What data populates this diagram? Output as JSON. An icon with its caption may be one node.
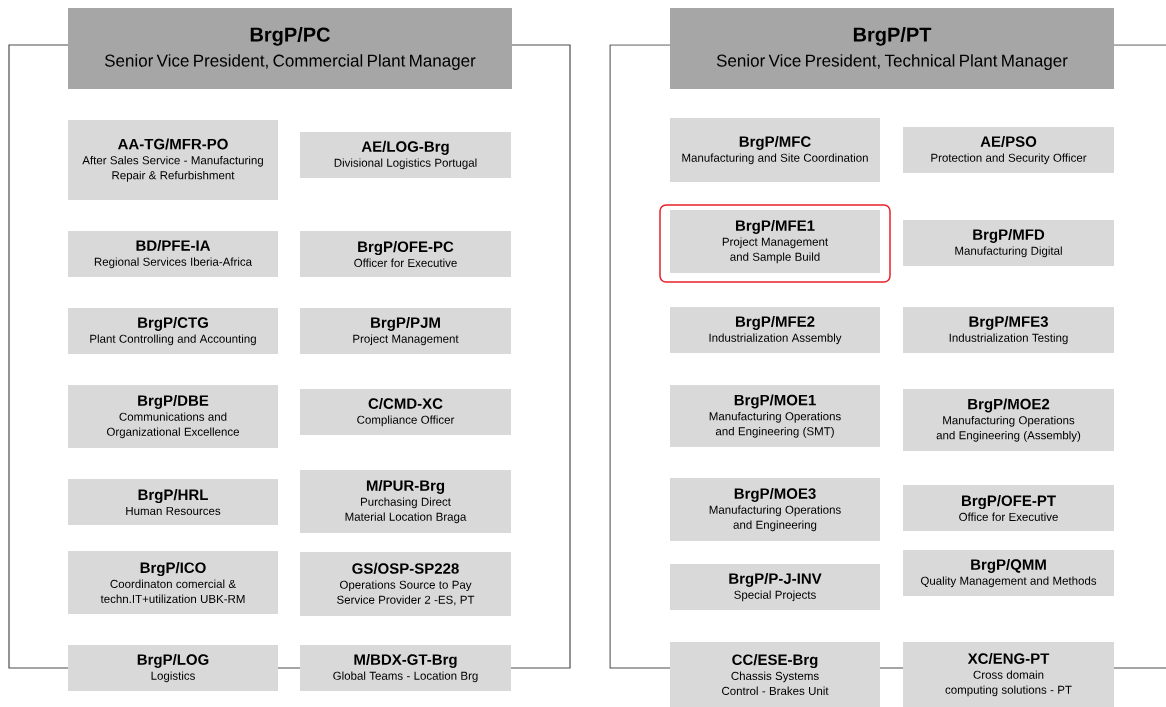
{
  "diagram": {
    "nodes": [
      {
        "text": [
          "BrgP/PC",
          "Senior Vice President, Commercial Plant Manager"
        ]
      },
      {
        "text": [
          "AA-TG/MFR-PO",
          "After Sales Service - Manufacturing Repair & Refurbishment"
        ]
      },
      {
        "text": [
          "AE/LOG-Brg",
          "Divisional Logistics Portugal"
        ]
      },
      {
        "text": [
          "BD/PFE-IA",
          "Regional Services Iberia-Africa"
        ]
      },
      {
        "text": [
          "BrgP/OFE-PC",
          "Officer for Executive"
        ]
      },
      {
        "text": [
          "BrgP/CTG",
          "Plant Controlling and Accounting"
        ]
      },
      {
        "text": [
          "BrgP/PJM",
          "Project Management"
        ]
      },
      {
        "text": [
          "BrgP/DBE",
          "Communications and Organizational Excellence"
        ]
      },
      {
        "text": [
          "C/CMD-XC",
          "Compliance Officer"
        ]
      },
      {
        "text": [
          "BrgP/HRL",
          "Human Resources"
        ]
      },
      {
        "text": [
          "M/PUR-Brg",
          "Purchasing Direct Material Location Braga"
        ]
      },
      {
        "text": [
          "BrgP/ICO",
          "Coordinaton comercial & techn.IT+utilization UBK-RM"
        ]
      },
      {
        "text": [
          "GS/OSP-SP228",
          "Operations Source to Pay Service Provider 2 -ES, PT"
        ]
      },
      {
        "text": [
          "BrgP/LOG",
          "Logistics"
        ]
      },
      {
        "text": [
          "M/BDX-GT-Brg",
          "Global Teams - Location Brg"
        ]
      },
      {
        "text": [
          "BrgP/PT",
          "Senior Vice President, Technical Plant Manager"
        ]
      },
      {
        "text": [
          "BrgP/MFC",
          "Manufacturing and Site Coordination"
        ]
      },
      {
        "text": [
          "AE/PSO",
          "Protection and Security Officer"
        ]
      },
      {
        "text": [
          "BrgP/MFE1",
          "Project Management and Sample Build"
        ]
      },
      {
        "text": [
          "BrgP/MFD",
          "Manufacturing Digital"
        ]
      },
      {
        "text": [
          "BrgP/MFE2",
          "Industrialization Assembly"
        ]
      },
      {
        "text": [
          "BrgP/MFE3",
          "Industrialization Testing"
        ]
      },
      {
        "text": [
          "BrgP/MOE1",
          "Manufacturing Operations and Engineering (SMT)"
        ]
      },
      {
        "text": [
          "BrgP/MOE2",
          "Manufacturing Operations and Engineering (Assembly)"
        ]
      },
      {
        "text": [
          "BrgP/MOE3",
          "Manufacturing Operations and Engineering"
        ]
      },
      {
        "text": [
          "BrgP/OFE-PT",
          "Office for Executive"
        ]
      },
      {
        "text": [
          "BrgP/QMM",
          "Quality Management and Methods"
        ]
      },
      {
        "text": [
          "BrgP/P-J-INV",
          "Special Projects"
        ]
      },
      {
        "text": [
          "CC/ESE-Brg",
          "Chassis Systems Control - Brakes Unit"
        ]
      },
      {
        "text": [
          "XC/ENG-PT",
          "Cross domain computing solutions - PT"
        ]
      }
    ]
  }
}
